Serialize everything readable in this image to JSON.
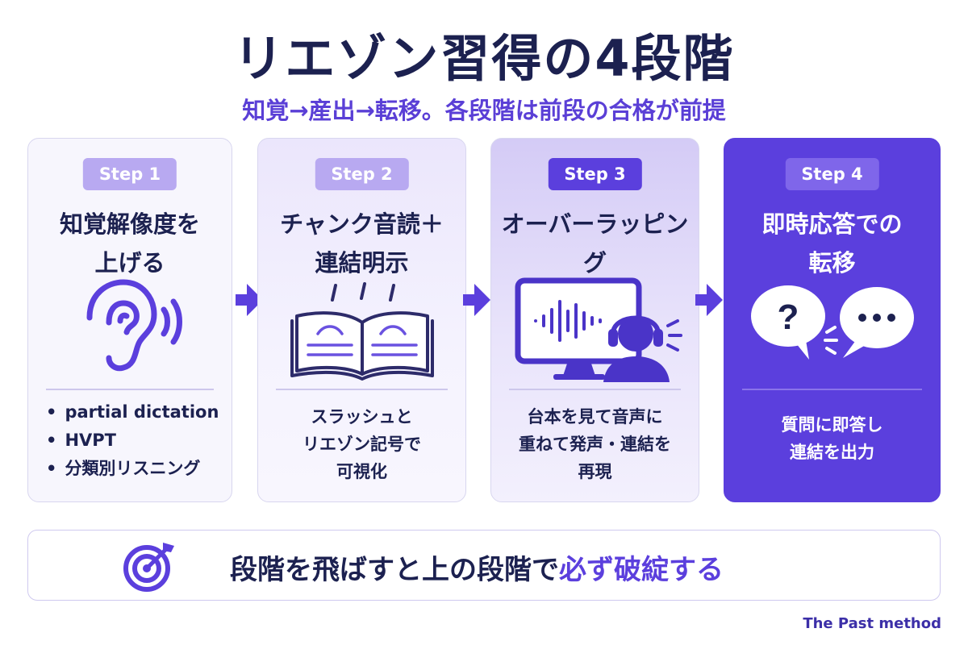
{
  "title": "リエゾン習得の4段階",
  "subtitle": "知覚→産出→転移。各段階は前段の合格が前提",
  "colors": {
    "accent": "#5b3fdd",
    "navy": "#1c2150",
    "lavender": "#b8a9f1"
  },
  "steps": [
    {
      "badge": "Step 1",
      "title_lines": [
        "知覚解像度を",
        "上げる"
      ],
      "icon": "ear-sound-icon",
      "bullets": [
        "partial dictation",
        "HVPT",
        "分類別リスニング"
      ]
    },
    {
      "badge": "Step 2",
      "title_lines": [
        "チャンク音読＋",
        "連結明示"
      ],
      "icon": "open-book-icon",
      "desc_lines": [
        "スラッシュと",
        "リエゾン記号で",
        "可視化"
      ]
    },
    {
      "badge": "Step 3",
      "title_lines": [
        "オーバーラッピング"
      ],
      "icon": "monitor-headphones-icon",
      "desc_lines": [
        "台本を見て音声に",
        "重ねて発声・連結を",
        "再現"
      ]
    },
    {
      "badge": "Step 4",
      "title_lines": [
        "即時応答での",
        "転移"
      ],
      "icon": "speech-bubbles-icon",
      "desc_lines": [
        "質問に即答し",
        "連結を出力"
      ]
    }
  ],
  "bottom": {
    "icon": "target-icon",
    "text_main": "段階を飛ばすと上の段階で",
    "text_highlight": "必ず破綻する"
  },
  "brand": "The Past method"
}
